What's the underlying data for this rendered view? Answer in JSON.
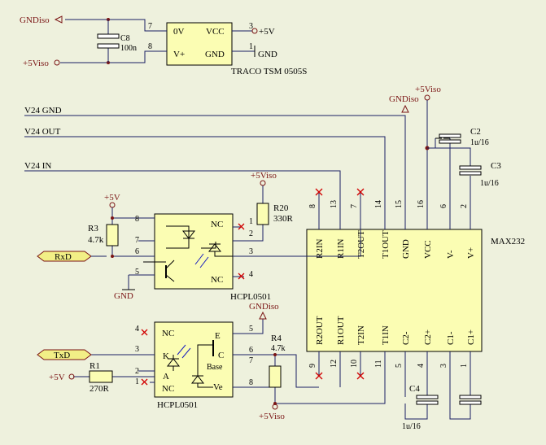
{
  "converter": {
    "part": "TRACO TSM 0505S",
    "pin_0v": "0V",
    "pin_vplus": "V+",
    "pin_vcc": "VCC",
    "pin_gnd": "GND",
    "pinnum_0v": "7",
    "pinnum_vplus": "8",
    "pinnum_vcc": "3",
    "pinnum_gnd": "1",
    "cap_ref": "C8",
    "cap_val": "100n",
    "net_gndiso": "GNDiso",
    "net_5viso": "+5Viso",
    "net_5v": "+5V",
    "net_gnd": "GND"
  },
  "rails": {
    "v24gnd": "V24 GND",
    "v24out": "V24 OUT",
    "v24in": "V24 IN",
    "gndiso": "GNDiso",
    "p5viso": "+5Viso"
  },
  "max232": {
    "name": "MAX232",
    "top_pins": [
      {
        "label": "R2IN",
        "num": "8"
      },
      {
        "label": "R1IN",
        "num": "13"
      },
      {
        "label": "T2OUT",
        "num": "7"
      },
      {
        "label": "T1OUT",
        "num": "14"
      },
      {
        "label": "GND",
        "num": "15"
      },
      {
        "label": "VCC",
        "num": "16"
      },
      {
        "label": "V-",
        "num": "6"
      },
      {
        "label": "V+",
        "num": "2"
      }
    ],
    "bottom_pins": [
      {
        "label": "R2OUT",
        "num": "9"
      },
      {
        "label": "R1OUT",
        "num": "12"
      },
      {
        "label": "T2IN",
        "num": "10"
      },
      {
        "label": "T1IN",
        "num": "11"
      },
      {
        "label": "C2-",
        "num": "5"
      },
      {
        "label": "C2+",
        "num": "4"
      },
      {
        "label": "C1-",
        "num": "3"
      },
      {
        "label": "C1+",
        "num": "1"
      }
    ],
    "c2_ref": "C2",
    "c2_val": "1u/16",
    "c3_ref": "C3",
    "c3_val": "1u/16",
    "c4_ref": "C4",
    "c4_val": "1u/16"
  },
  "opto_top": {
    "part": "HCPL0501",
    "nc1": "NC",
    "nc2": "NC",
    "pins": {
      "p8": "8",
      "p7": "7",
      "p6": "6",
      "p5": "5",
      "p1": "1",
      "p2": "2",
      "p3": "3",
      "p4": "4"
    },
    "r3_ref": "R3",
    "r3_val": "4.7k",
    "r20_ref": "R20",
    "r20_val": "330R",
    "net_5v": "+5V",
    "net_5viso": "+5Viso",
    "net_gnd": "GND",
    "signal": "RxD"
  },
  "opto_bot": {
    "part": "HCPL0501",
    "nc1": "NC",
    "nc2": "NC",
    "k": "K",
    "a": "A",
    "e": "E",
    "c": "C",
    "base": "Base",
    "ve": "Ve",
    "pins": {
      "p4": "4",
      "p3": "3",
      "p2": "2",
      "p1": "1",
      "p5": "5",
      "p6": "6",
      "p7": "7",
      "p8": "8"
    },
    "r1_ref": "R1",
    "r1_val": "270R",
    "r4_ref": "R4",
    "r4_val": "4.7k",
    "net_5v": "+5V",
    "net_gndiso": "GNDiso",
    "net_5viso": "+5Viso",
    "signal": "TxD"
  }
}
